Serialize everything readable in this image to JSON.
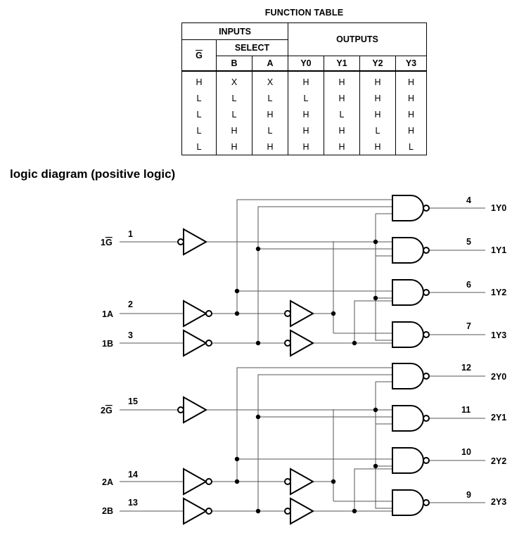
{
  "function_table": {
    "title": "FUNCTION TABLE",
    "inputs_label": "INPUTS",
    "outputs_label": "OUTPUTS",
    "select_label": "SELECT",
    "g_label": "G",
    "columns": [
      "B",
      "A",
      "Y0",
      "Y1",
      "Y2",
      "Y3"
    ],
    "rows": [
      [
        "H",
        "X",
        "X",
        "H",
        "H",
        "H",
        "H"
      ],
      [
        "L",
        "L",
        "L",
        "L",
        "H",
        "H",
        "H"
      ],
      [
        "L",
        "L",
        "H",
        "H",
        "L",
        "H",
        "H"
      ],
      [
        "L",
        "H",
        "L",
        "H",
        "H",
        "L",
        "H"
      ],
      [
        "L",
        "H",
        "H",
        "H",
        "H",
        "H",
        "L"
      ]
    ]
  },
  "diagram": {
    "title": "logic diagram (positive logic)",
    "inputs": [
      {
        "name": "1",
        "bar": "G",
        "pin": "1"
      },
      {
        "name": "1A",
        "pin": "2"
      },
      {
        "name": "1B",
        "pin": "3"
      },
      {
        "name": "2",
        "bar": "G",
        "pin": "15"
      },
      {
        "name": "2A",
        "pin": "14"
      },
      {
        "name": "2B",
        "pin": "13"
      }
    ],
    "outputs": [
      {
        "name": "1Y0",
        "pin": "4"
      },
      {
        "name": "1Y1",
        "pin": "5"
      },
      {
        "name": "1Y2",
        "pin": "6"
      },
      {
        "name": "1Y3",
        "pin": "7"
      },
      {
        "name": "2Y0",
        "pin": "12"
      },
      {
        "name": "2Y1",
        "pin": "11"
      },
      {
        "name": "2Y2",
        "pin": "10"
      },
      {
        "name": "2Y3",
        "pin": "9"
      }
    ]
  }
}
